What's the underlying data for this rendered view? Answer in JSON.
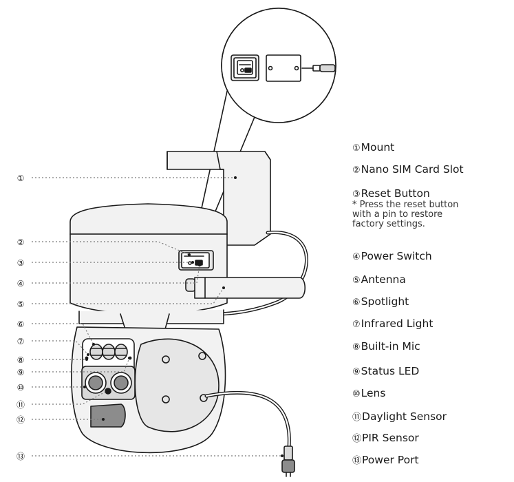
{
  "callouts": [
    {
      "num": "①",
      "label": "Mount"
    },
    {
      "num": "②",
      "label": "Nano SIM Card Slot"
    },
    {
      "num": "③",
      "label": "Reset Button"
    },
    {
      "num": "④",
      "label": "Power Switch"
    },
    {
      "num": "⑤",
      "label": "Antenna"
    },
    {
      "num": "⑥",
      "label": "Spotlight"
    },
    {
      "num": "⑦",
      "label": "Infrared Light"
    },
    {
      "num": "⑧",
      "label": "Built-in Mic"
    },
    {
      "num": "⑨",
      "label": "Status LED"
    },
    {
      "num": "⑩",
      "label": "Lens"
    },
    {
      "num": "⑪",
      "label": "Daylight Sensor"
    },
    {
      "num": "⑫",
      "label": "PIR Sensor"
    },
    {
      "num": "⑬",
      "label": "Power Port"
    }
  ],
  "reset_note": "* Press the reset button\nwith a pin to restore\nfactory settings.",
  "colors": {
    "line": "#1a1a1a",
    "fill_light": "#f2f2f2",
    "fill_mid": "#d9d9d9",
    "fill_dark": "#8c8c8c"
  }
}
